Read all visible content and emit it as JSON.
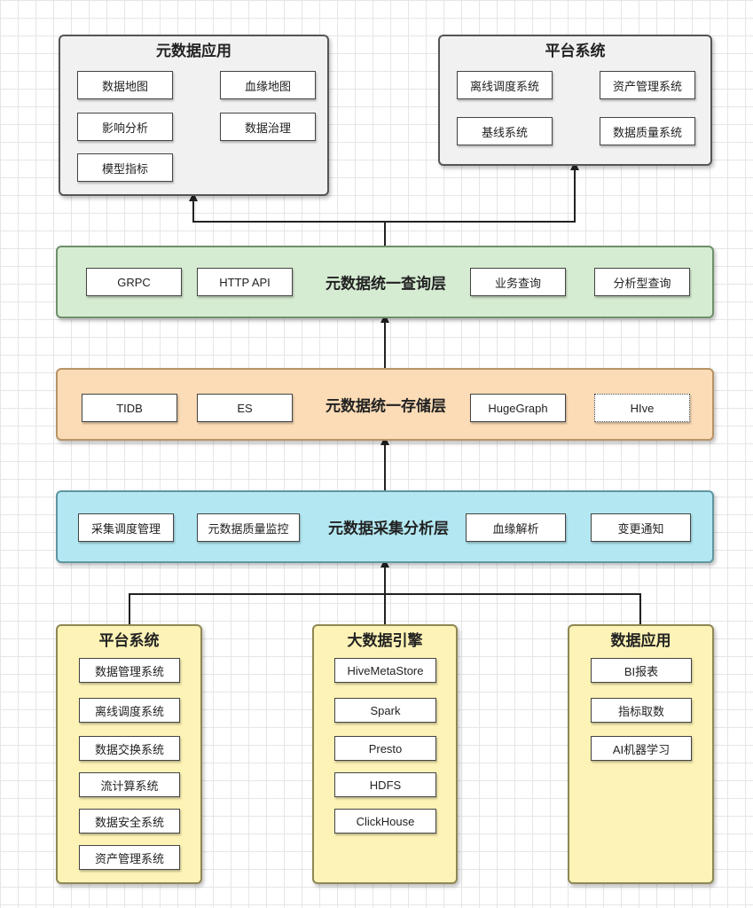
{
  "top_left": {
    "title": "元数据应用",
    "items": [
      "数据地图",
      "血缘地图",
      "影响分析",
      "数据治理",
      "模型指标"
    ]
  },
  "top_right": {
    "title": "平台系统",
    "items": [
      "离线调度系统",
      "资产管理系统",
      "基线系统",
      "数据质量系统"
    ]
  },
  "query_layer": {
    "title": "元数据统一查询层",
    "items": [
      "GRPC",
      "HTTP API",
      "业务查询",
      "分析型查询"
    ]
  },
  "storage_layer": {
    "title": "元数据统一存储层",
    "items": [
      "TIDB",
      "ES",
      "HugeGraph",
      "HIve"
    ]
  },
  "collect_layer": {
    "title": "元数据采集分析层",
    "items": [
      "采集调度管理",
      "元数据质量监控",
      "血缘解析",
      "变更通知"
    ]
  },
  "bottom_left": {
    "title": "平台系统",
    "items": [
      "数据管理系统",
      "离线调度系统",
      "数据交换系统",
      "流计算系统",
      "数据安全系统",
      "资产管理系统"
    ]
  },
  "bottom_middle": {
    "title": "大数据引擎",
    "items": [
      "HiveMetaStore",
      "Spark",
      "Presto",
      "HDFS",
      "ClickHouse"
    ]
  },
  "bottom_right": {
    "title": "数据应用",
    "items": [
      "BI报表",
      "指标取数",
      "AI机器学习"
    ]
  },
  "colors": {
    "app_panel": "#f1f1f1",
    "query_layer": "#d6ecd2",
    "storage_layer": "#fbdcb6",
    "collect_layer": "#b3e8f2",
    "source_panel": "#fdf3b6"
  }
}
